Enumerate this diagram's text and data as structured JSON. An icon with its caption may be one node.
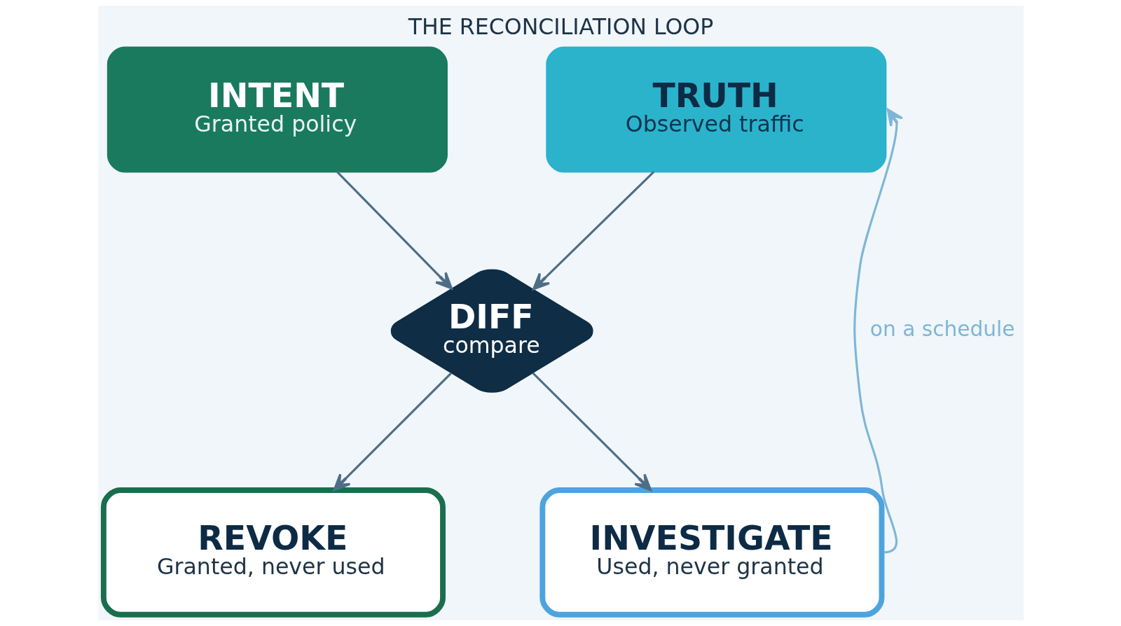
{
  "diagram": {
    "title": "THE RECONCILIATION LOOP",
    "nodes": [
      {
        "text": [
          "INTENT",
          "Granted policy"
        ]
      },
      {
        "text": [
          "TRUTH",
          "Observed traffic"
        ]
      },
      {
        "text": [
          "DIFF",
          "compare"
        ]
      },
      {
        "text": [
          "REVOKE",
          "Granted, never used"
        ]
      },
      {
        "text": [
          "INVESTIGATE",
          "Used, never granted"
        ]
      }
    ],
    "edges": [
      {
        "from": 0,
        "to": 2,
        "arrow": "to"
      },
      {
        "from": 1,
        "to": 2,
        "arrow": "to"
      },
      {
        "from": 2,
        "to": 3,
        "arrow": "to"
      },
      {
        "from": 2,
        "to": 4,
        "arrow": "to"
      },
      {
        "from": 4,
        "to": 1,
        "arrow": "to",
        "label": "on a schedule",
        "color": "#7fb6d6"
      }
    ]
  }
}
